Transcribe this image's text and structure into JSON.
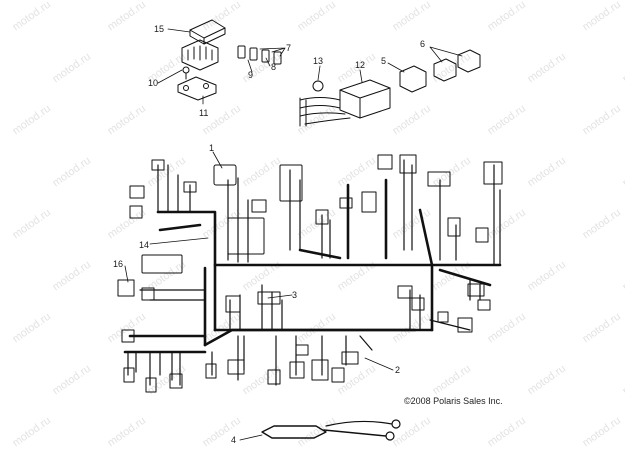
{
  "callouts": [
    "1",
    "2",
    "3",
    "4",
    "5",
    "6",
    "7",
    "8",
    "9",
    "10",
    "11",
    "12",
    "13",
    "14",
    "15",
    "16"
  ],
  "copyright": "©2008 Polaris Sales Inc.",
  "watermark": "motod.ru",
  "colors": {
    "ink": "#1a1a1a",
    "harness": "#111111",
    "watermark": "#e3e3e3"
  }
}
